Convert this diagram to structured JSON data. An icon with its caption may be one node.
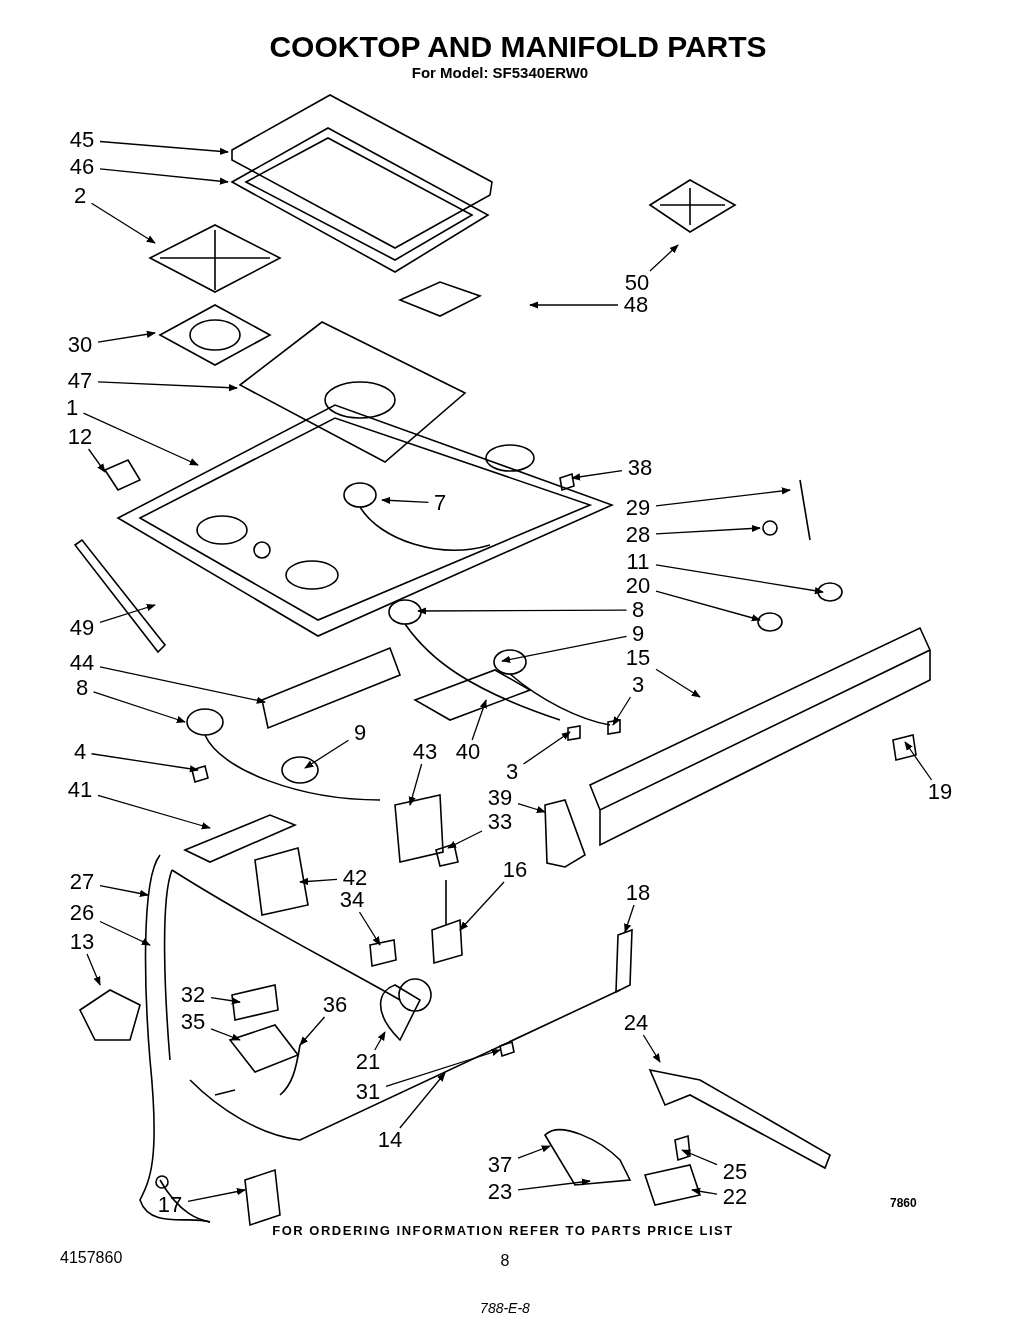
{
  "diagram": {
    "title": "COOKTOP AND MANIFOLD PARTS",
    "nodes": [
      {
        "text": [
          "45"
        ]
      },
      {
        "text": [
          "46"
        ]
      },
      {
        "text": [
          "2"
        ]
      },
      {
        "text": [
          "50"
        ]
      },
      {
        "text": [
          "48"
        ]
      },
      {
        "text": [
          "30"
        ]
      },
      {
        "text": [
          "47"
        ]
      },
      {
        "text": [
          "1"
        ]
      },
      {
        "text": [
          "12"
        ]
      },
      {
        "text": [
          "38"
        ]
      },
      {
        "text": [
          "7"
        ]
      },
      {
        "text": [
          "29"
        ]
      },
      {
        "text": [
          "28"
        ]
      },
      {
        "text": [
          "11"
        ]
      },
      {
        "text": [
          "20"
        ]
      },
      {
        "text": [
          "8"
        ]
      },
      {
        "text": [
          "49"
        ]
      },
      {
        "text": [
          "9"
        ]
      },
      {
        "text": [
          "15"
        ]
      },
      {
        "text": [
          "44"
        ]
      },
      {
        "text": [
          "3"
        ]
      },
      {
        "text": [
          "8"
        ]
      },
      {
        "text": [
          "40"
        ]
      },
      {
        "text": [
          "9"
        ]
      },
      {
        "text": [
          "43"
        ]
      },
      {
        "text": [
          "4"
        ]
      },
      {
        "text": [
          "3"
        ]
      },
      {
        "text": [
          "19"
        ]
      },
      {
        "text": [
          "39"
        ]
      },
      {
        "text": [
          "41"
        ]
      },
      {
        "text": [
          "33"
        ]
      },
      {
        "text": [
          "16"
        ]
      },
      {
        "text": [
          "42"
        ]
      },
      {
        "text": [
          "27"
        ]
      },
      {
        "text": [
          "18"
        ]
      },
      {
        "text": [
          "34"
        ]
      },
      {
        "text": [
          "26"
        ]
      },
      {
        "text": [
          "13"
        ]
      },
      {
        "text": [
          "32"
        ]
      },
      {
        "text": [
          "36"
        ]
      },
      {
        "text": [
          "35"
        ]
      },
      {
        "text": [
          "24"
        ]
      },
      {
        "text": [
          "21"
        ]
      },
      {
        "text": [
          "31"
        ]
      },
      {
        "text": [
          "14"
        ]
      },
      {
        "text": [
          "37"
        ]
      },
      {
        "text": [
          "25"
        ]
      },
      {
        "text": [
          "23"
        ]
      },
      {
        "text": [
          "22"
        ]
      },
      {
        "text": [
          "17"
        ]
      }
    ],
    "edges": [
      {
        "from": 0,
        "to": null,
        "arrow": "to"
      },
      {
        "from": 1,
        "to": null,
        "arrow": "to"
      },
      {
        "from": 2,
        "to": null,
        "arrow": "to"
      },
      {
        "from": 3,
        "to": null,
        "arrow": "to"
      },
      {
        "from": 4,
        "to": null,
        "arrow": "to"
      },
      {
        "from": 5,
        "to": null,
        "arrow": "to"
      },
      {
        "from": 6,
        "to": null,
        "arrow": "to"
      },
      {
        "from": 7,
        "to": null,
        "arrow": "to"
      },
      {
        "from": 8,
        "to": null,
        "arrow": "to"
      },
      {
        "from": 9,
        "to": null,
        "arrow": "to"
      },
      {
        "from": 10,
        "to": null,
        "arrow": "to"
      },
      {
        "from": 11,
        "to": null,
        "arrow": "to"
      },
      {
        "from": 12,
        "to": null,
        "arrow": "to"
      },
      {
        "from": 13,
        "to": null,
        "arrow": "to"
      },
      {
        "from": 14,
        "to": null,
        "arrow": "to"
      },
      {
        "from": 15,
        "to": null,
        "arrow": "to"
      },
      {
        "from": 16,
        "to": null,
        "arrow": "to"
      },
      {
        "from": 17,
        "to": null,
        "arrow": "to"
      },
      {
        "from": 18,
        "to": null,
        "arrow": "to"
      },
      {
        "from": 19,
        "to": null,
        "arrow": "to"
      },
      {
        "from": 20,
        "to": null,
        "arrow": "to"
      },
      {
        "from": 21,
        "to": null,
        "arrow": "to"
      },
      {
        "from": 22,
        "to": null,
        "arrow": "to"
      },
      {
        "from": 23,
        "to": null,
        "arrow": "to"
      },
      {
        "from": 24,
        "to": null,
        "arrow": "to"
      },
      {
        "from": 25,
        "to": null,
        "arrow": "to"
      },
      {
        "from": 26,
        "to": null,
        "arrow": "to"
      },
      {
        "from": 27,
        "to": null,
        "arrow": "to"
      },
      {
        "from": 28,
        "to": null,
        "arrow": "to"
      },
      {
        "from": 29,
        "to": null,
        "arrow": "to"
      },
      {
        "from": 30,
        "to": null,
        "arrow": "to"
      },
      {
        "from": 31,
        "to": null,
        "arrow": "to"
      },
      {
        "from": 32,
        "to": null,
        "arrow": "to"
      },
      {
        "from": 33,
        "to": null,
        "arrow": "to"
      },
      {
        "from": 34,
        "to": null,
        "arrow": "to"
      },
      {
        "from": 35,
        "to": null,
        "arrow": "to"
      },
      {
        "from": 36,
        "to": null,
        "arrow": "to"
      },
      {
        "from": 37,
        "to": null,
        "arrow": "to"
      },
      {
        "from": 38,
        "to": null,
        "arrow": "to"
      },
      {
        "from": 39,
        "to": null,
        "arrow": "to"
      },
      {
        "from": 40,
        "to": null,
        "arrow": "to"
      },
      {
        "from": 41,
        "to": null,
        "arrow": "to"
      },
      {
        "from": 42,
        "to": null,
        "arrow": "to"
      },
      {
        "from": 43,
        "to": null,
        "arrow": "to"
      },
      {
        "from": 44,
        "to": null,
        "arrow": "to"
      },
      {
        "from": 45,
        "to": null,
        "arrow": "to"
      },
      {
        "from": 46,
        "to": null,
        "arrow": "to"
      },
      {
        "from": 47,
        "to": null,
        "arrow": "to"
      },
      {
        "from": 48,
        "to": null,
        "arrow": "to"
      },
      {
        "from": 49,
        "to": null,
        "arrow": "to"
      }
    ],
    "labels": [
      "For Model: SF5340ERW0",
      "7860",
      "FOR ORDERING INFORMATION REFER TO PARTS PRICE LIST",
      "4157860",
      "8",
      "788-E-8"
    ]
  }
}
